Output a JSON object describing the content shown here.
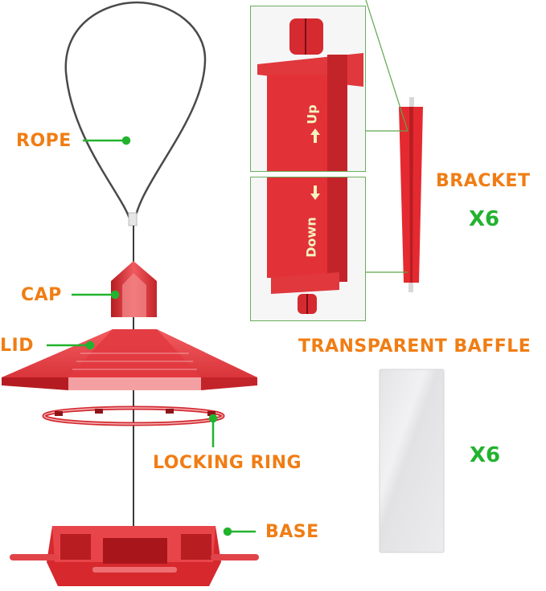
{
  "labels": {
    "rope": "ROPE",
    "cap": "CAP",
    "lid": "LID",
    "locking_ring": "LOCKING RING",
    "base": "BASE",
    "bracket": "BRACKET",
    "transparent_baffle": "TRANSPARENT BAFFLE"
  },
  "quantities": {
    "bracket": "X6",
    "baffle": "X6"
  },
  "bracket_details": {
    "top_marking": "Up",
    "bottom_marking": "Down"
  },
  "colors": {
    "label_orange": "#f07d14",
    "leader_green": "#22b32e",
    "part_red": "#e0262b",
    "box_border": "#6aae5a"
  }
}
